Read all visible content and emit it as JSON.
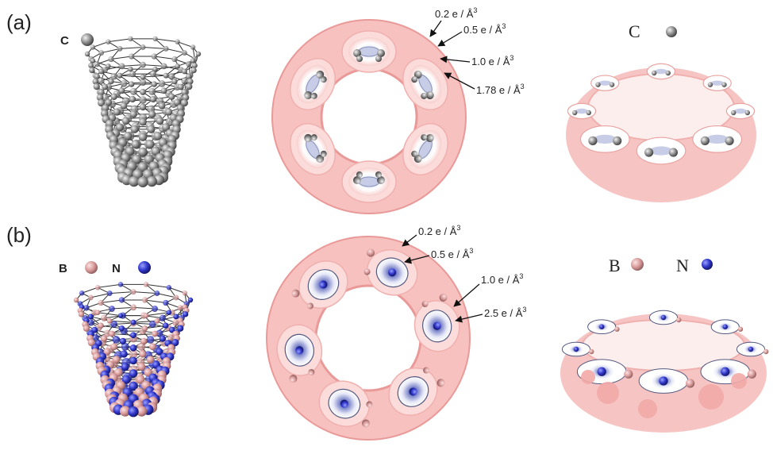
{
  "panels": [
    {
      "label": "(a)",
      "legend_tube": [
        {
          "symbol": "C",
          "color": "#9a9a9a"
        }
      ],
      "isosurface_levels": [
        "0.2 e / Å",
        "0.5 e / Å",
        "1.0 e / Å",
        "1.78 e / Å"
      ],
      "isosurface_exponent": "3",
      "legend_side": [
        {
          "symbol": "C",
          "color": "#5a5a5a"
        }
      ]
    },
    {
      "label": "(b)",
      "legend_tube": [
        {
          "symbol": "B",
          "color": "#e8a6a6"
        },
        {
          "symbol": "N",
          "color": "#2b2bd0"
        }
      ],
      "isosurface_levels": [
        "0.2 e / Å",
        "0.5 e / Å",
        "1.0 e / Å",
        "2.5 e / Å"
      ],
      "isosurface_exponent": "3",
      "legend_side": [
        {
          "symbol": "B",
          "color": "#e8a6a6"
        },
        {
          "symbol": "N",
          "color": "#2b2bd0"
        }
      ]
    }
  ],
  "colors": {
    "density_outer": "#f4b6b4",
    "density_edge": "#e99a98",
    "density_inner": "#ffffff",
    "density_core_c": "#c7cde6",
    "density_core_n": "#7d86c7",
    "carbon_atom": "#8c8c8c",
    "boron_atom": "#d99a9a",
    "nitrogen_atom": "#2f35c8",
    "bond": "#333333"
  }
}
